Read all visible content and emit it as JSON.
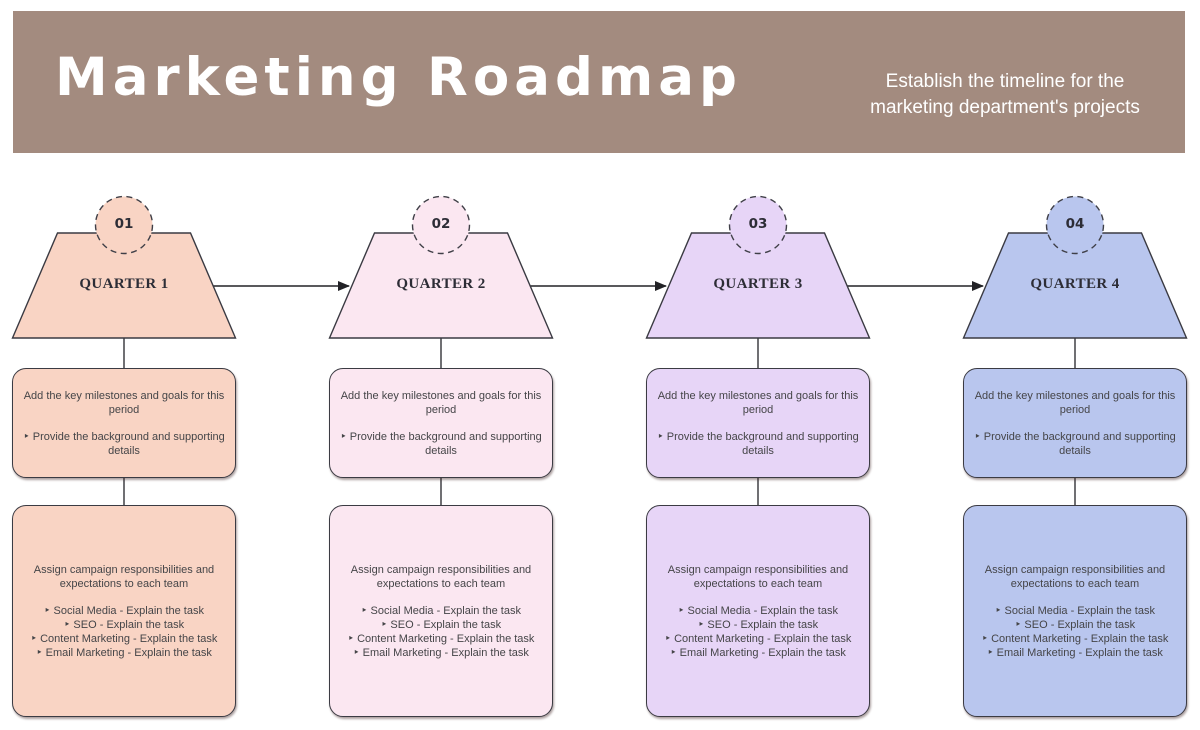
{
  "header": {
    "title": "Marketing Roadmap",
    "subtitle_line1": "Establish the timeline for the",
    "subtitle_line2": "marketing department's projects",
    "bg_color": "#a38b7f",
    "text_color": "#ffffff"
  },
  "diagram": {
    "line_color": "#333338",
    "shape_stroke_color": "#3a3a42",
    "quarters": [
      {
        "number": "01",
        "label": "QUARTER 1",
        "color": "#f9d4c4",
        "box1": {
          "heading": "Add the key milestones and goals for this period",
          "bullet": "‣ Provide the background and supporting details"
        },
        "box2": {
          "heading": "Assign campaign responsibilities and expectations to each team",
          "bullets": [
            "‣ Social Media - Explain the task",
            "‣ SEO - Explain the task",
            "‣ Content Marketing - Explain the task",
            "‣ Email Marketing - Explain the task"
          ]
        }
      },
      {
        "number": "02",
        "label": "QUARTER 2",
        "color": "#fbe7f1",
        "box1": {
          "heading": "Add the key milestones and goals for this period",
          "bullet": "‣ Provide the background and supporting details"
        },
        "box2": {
          "heading": "Assign campaign responsibilities and expectations to each team",
          "bullets": [
            "‣ Social Media - Explain the task",
            "‣ SEO - Explain the task",
            "‣ Content Marketing - Explain the task",
            "‣ Email Marketing - Explain the task"
          ]
        }
      },
      {
        "number": "03",
        "label": "QUARTER 3",
        "color": "#e7d5f7",
        "box1": {
          "heading": "Add the key milestones and goals for this period",
          "bullet": "‣ Provide the background and supporting details"
        },
        "box2": {
          "heading": "Assign campaign responsibilities and expectations to each team",
          "bullets": [
            "‣ Social Media - Explain the task",
            "‣ SEO - Explain the task",
            "‣ Content Marketing - Explain the task",
            "‣ Email Marketing - Explain the task"
          ]
        }
      },
      {
        "number": "04",
        "label": "QUARTER 4",
        "color": "#b9c6ee",
        "box1": {
          "heading": "Add the key milestones and goals for this period",
          "bullet": "‣ Provide the background and supporting details"
        },
        "box2": {
          "heading": "Assign campaign responsibilities and expectations to each team",
          "bullets": [
            "‣ Social Media - Explain the task",
            "‣ SEO - Explain the task",
            "‣ Content Marketing - Explain the task",
            "‣ Email Marketing - Explain the task"
          ]
        }
      }
    ]
  }
}
